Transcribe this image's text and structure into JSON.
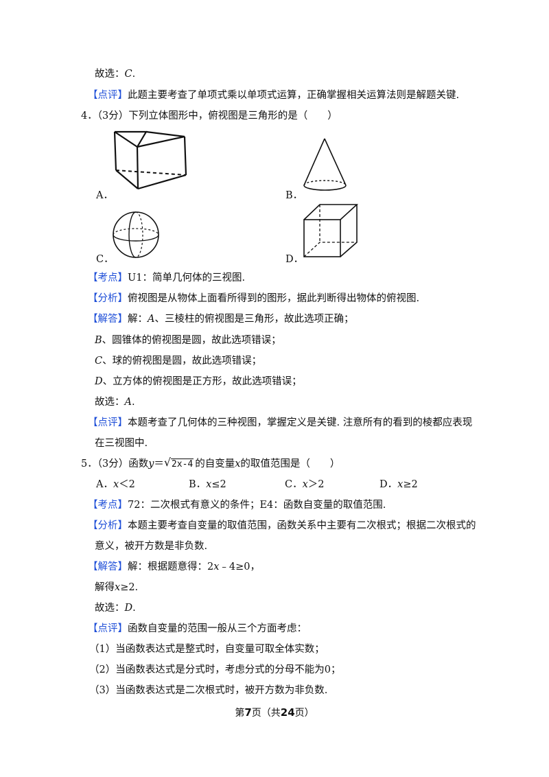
{
  "q3": {
    "answer_prefix": "故选：",
    "answer_letter": "C",
    "answer_end": ".",
    "comment_tag": "【点评】",
    "comment_text": "此题主要考查了单项式乘以单项式运算，正确掌握相关运算法则是解题关键."
  },
  "q4": {
    "number": "4．",
    "score": "（3分）",
    "question": "下列立体图形中，俯视图是三角形的是（　　）",
    "options": {
      "A": "A．",
      "B": "B．",
      "C": "C．",
      "D": "D．"
    },
    "kaodian_tag": "【考点】",
    "kaodian_text": "U1：简单几何体的三视图.",
    "fenxi_tag": "【分析】",
    "fenxi_text": "俯视图是从物体上面看所得到的图形，据此判断得出物体的俯视图.",
    "jieda_tag": "【解答】",
    "jieda_prefix": "解：",
    "line_a_letter": "A",
    "line_a_text": "、三棱柱的俯视图是三角形，故此选项正确；",
    "line_b_letter": "B",
    "line_b_text": "、圆锥体的俯视图是圆，故此选项错误；",
    "line_c_letter": "C",
    "line_c_text": "、球的俯视图是圆，故此选项错误；",
    "line_d_letter": "D",
    "line_d_text": "、立方体的俯视图是正方形，故此选项错误；",
    "answer_prefix": "故选：",
    "answer_letter": "A",
    "answer_end": ".",
    "comment_tag": "【点评】",
    "comment_line1": "本题考查了几何体的三种视图，掌握定义是关键. 注意所有的看到的棱都应表现",
    "comment_line2": "在三视图中."
  },
  "q5": {
    "number": "5．",
    "score": "（3分）",
    "q_pre": "函数",
    "q_y": "y",
    "q_eq": "＝",
    "q_rad_symbol": "√",
    "q_radicand": "2x-4",
    "q_mid": "的自变量",
    "q_x": "x",
    "q_post": "的取值范围是（　　）",
    "options": [
      {
        "label": "A．",
        "var": "x",
        "rel": "＜2"
      },
      {
        "label": "B．",
        "var": "x",
        "rel": "≤2"
      },
      {
        "label": "C．",
        "var": "x",
        "rel": "＞2"
      },
      {
        "label": "D．",
        "var": "x",
        "rel": "≥2"
      }
    ],
    "kaodian_tag": "【考点】",
    "kaodian_text": "72：二次根式有意义的条件；E4：函数自变量的取值范围.",
    "fenxi_tag": "【分析】",
    "fenxi_line1": "本题主要考查自变量的取值范围，函数关系中主要有二次根式；根据二次根式的",
    "fenxi_line2": "意义，被开方数是非负数.",
    "jieda_tag": "【解答】",
    "jieda_pre": "解：根据题意得：2",
    "jieda_x": "x",
    "jieda_post": "﹣4≥0，",
    "jieda2_pre": "解得",
    "jieda2_x": "x",
    "jieda2_post": "≥2.",
    "answer_prefix": "故选：",
    "answer_letter": "D",
    "answer_end": ".",
    "comment_tag": "【点评】",
    "comment_text": "函数自变量的范围一般从三个方面考虑：",
    "points": [
      "（1）当函数表达式是整式时，自变量可取全体实数；",
      "（2）当函数表达式是分式时，考虑分式的分母不能为0；",
      "（3）当函数表达式是二次根式时，被开方数为非负数."
    ]
  },
  "footer": {
    "pre": "第",
    "page": "7",
    "mid": "页（共",
    "total": "24",
    "post": "页）"
  }
}
